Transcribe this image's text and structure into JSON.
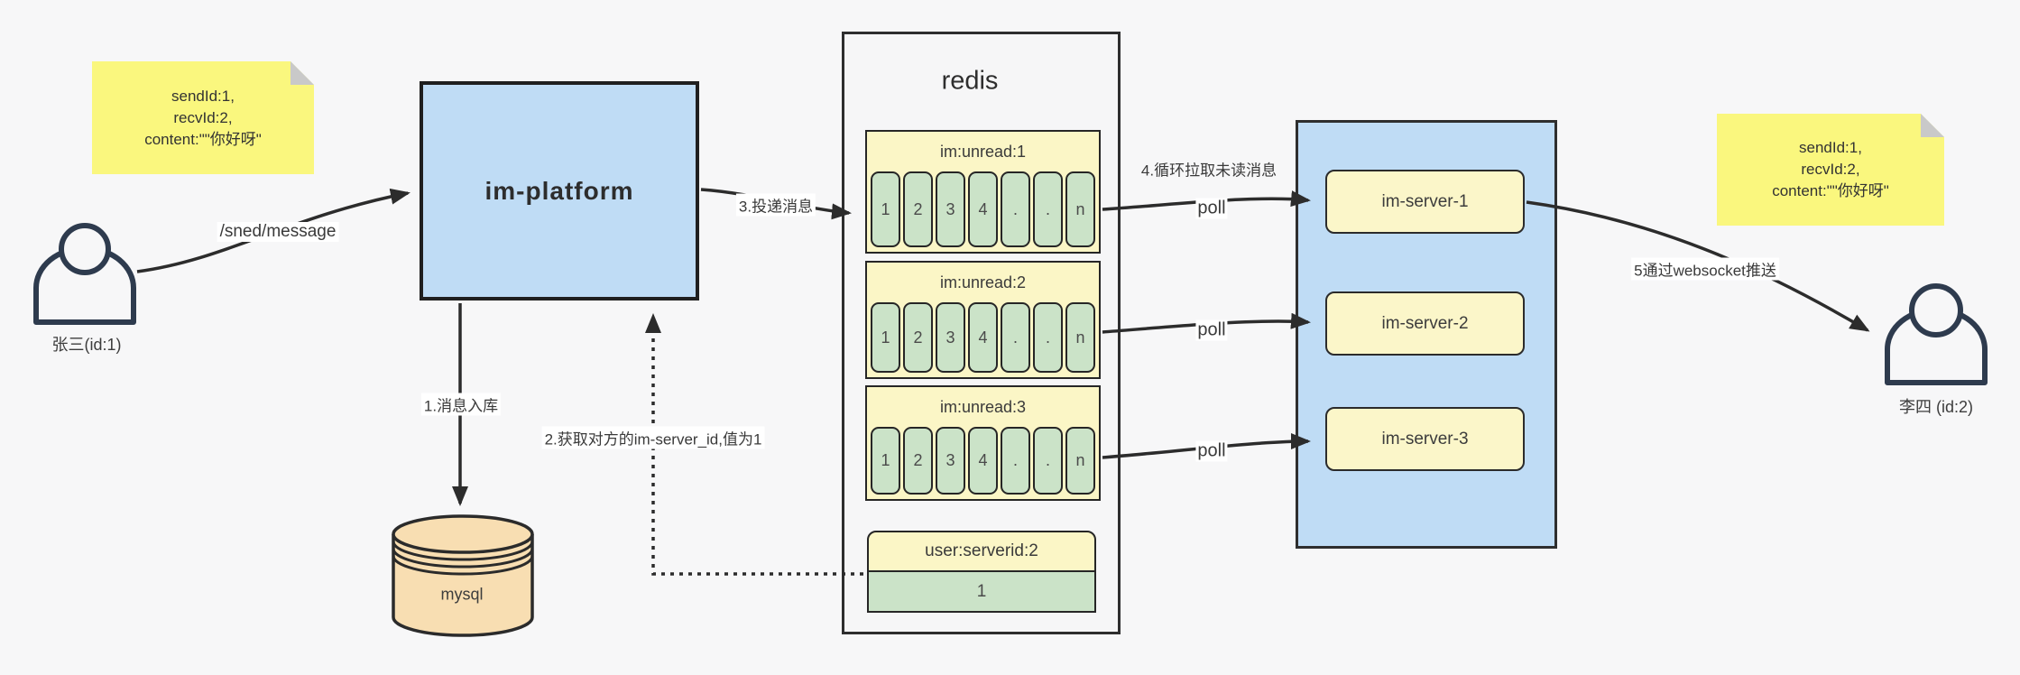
{
  "notes": {
    "left": {
      "lines": [
        "sendId:1,",
        "recvId:2,",
        "content:\"\"你好呀\""
      ]
    },
    "right": {
      "lines": [
        "sendId:1,",
        "recvId:2,",
        "content:\"\"你好呀\""
      ]
    }
  },
  "actors": {
    "sender": {
      "label": "张三(id:1)"
    },
    "receiver": {
      "label": "李四 (id:2)"
    }
  },
  "platform": {
    "label": "im-platform"
  },
  "database": {
    "label": "mysql"
  },
  "redis": {
    "title": "redis",
    "queues": [
      {
        "header": "im:unread:1",
        "cells": [
          "1",
          "2",
          "3",
          "4",
          ".",
          ".",
          "n"
        ]
      },
      {
        "header": "im:unread:2",
        "cells": [
          "1",
          "2",
          "3",
          "4",
          ".",
          ".",
          "n"
        ]
      },
      {
        "header": "im:unread:3",
        "cells": [
          "1",
          "2",
          "3",
          "4",
          ".",
          ".",
          "n"
        ]
      }
    ],
    "mapping": {
      "header": "user:serverid:2",
      "value": "1"
    }
  },
  "servers": [
    {
      "label": "im-server-1"
    },
    {
      "label": "im-server-2"
    },
    {
      "label": "im-server-3"
    }
  ],
  "edges": {
    "send": "/sned/message",
    "step1": "1.消息入库",
    "step2": "2.获取对方的im-server_id,值为1",
    "step3": "3.投递消息",
    "step4": "4.循环拉取未读消息",
    "step5": "5通过websocket推送",
    "poll": "poll"
  },
  "colors": {
    "background": "#f7f7f8",
    "note_yellow": "#faf77e",
    "box_blue": "#bfdcf5",
    "pale_yellow": "#fbf6c6",
    "cell_green": "#cbe3c8",
    "mysql_orange": "#f8deb2",
    "line_dark": "#2c2c2c"
  }
}
